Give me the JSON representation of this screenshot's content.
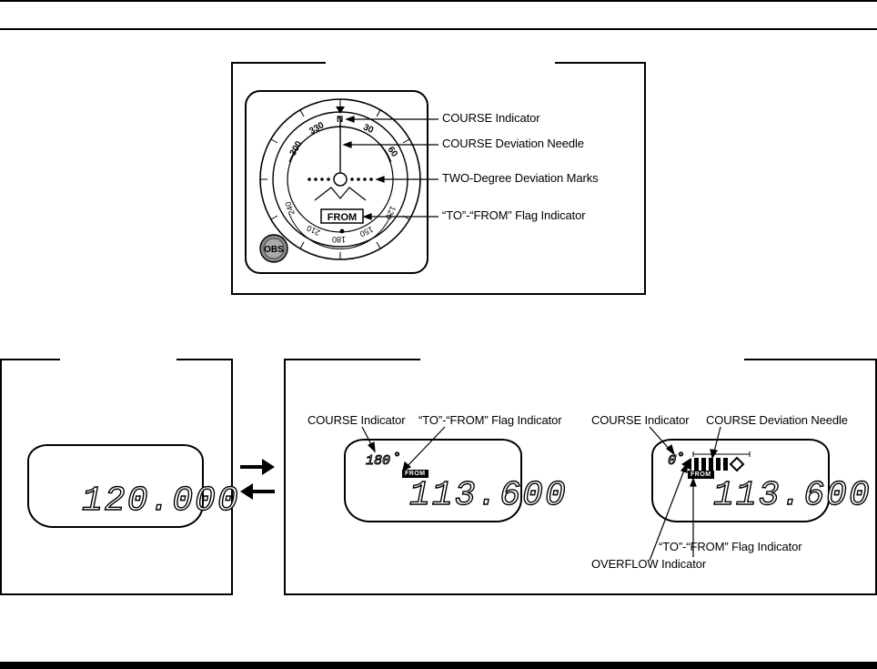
{
  "instrument": {
    "dial_scale_labels": [
      "300",
      "330",
      "N",
      "30",
      "60",
      "240",
      "210",
      "180",
      "150",
      "120"
    ],
    "flag": "FROM",
    "obs_knob": "OBS",
    "callouts": [
      "COURSE Indicator",
      "COURSE Deviation Needle",
      "TWO-Degree Deviation Marks",
      "“TO”-“FROM” Flag Indicator"
    ]
  },
  "left_display": {
    "frequency": "120.000"
  },
  "vor_display_1": {
    "course": "180",
    "degree_symbol": "°",
    "flag": "FROM",
    "frequency": "113.600",
    "callouts": [
      "COURSE Indicator",
      "“TO”-“FROM” Flag Indicator"
    ]
  },
  "vor_display_2": {
    "course": "0",
    "degree_symbol": "°",
    "flag": "FROM",
    "frequency": "113.600",
    "callouts": [
      "COURSE Indicator",
      "COURSE Deviation Needle",
      "“TO”-“FROM” Flag Indicator",
      "OVERFLOW Indicator"
    ]
  }
}
